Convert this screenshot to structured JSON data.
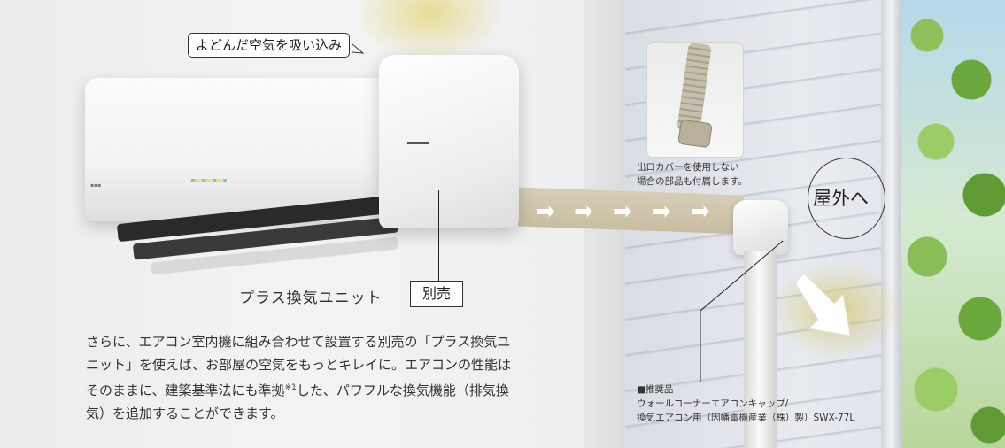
{
  "callout_top": "よどんだ空気を吸い込み",
  "product": {
    "name": "プラス換気ユニット",
    "sold_separately": "別売"
  },
  "description": {
    "part1": "さらに、エアコン室内機に組み合わせて設置する別売の「プラス換気ユニット」を使えば、お部屋の空気をもっとキレイに。エアコンの性能はそのままに、建築基準法にも準拠",
    "footnote": "※1",
    "part2": "した、パワフルな換気機能（排気換気）を追加することができます。"
  },
  "inset_note": {
    "line1": "出口カバーを使用しない",
    "line2": "場合の部品も付属します。"
  },
  "outside_label": "屋外へ",
  "recommended": {
    "line1": "■推奨品",
    "line2": "ウォールコーナーエアコンキャップ/",
    "line3": "換気エアコン用（因幡電機産業（株）製）SWX-77L"
  },
  "colors": {
    "airflow": "#c8bea2",
    "glow": "#e2d678"
  }
}
